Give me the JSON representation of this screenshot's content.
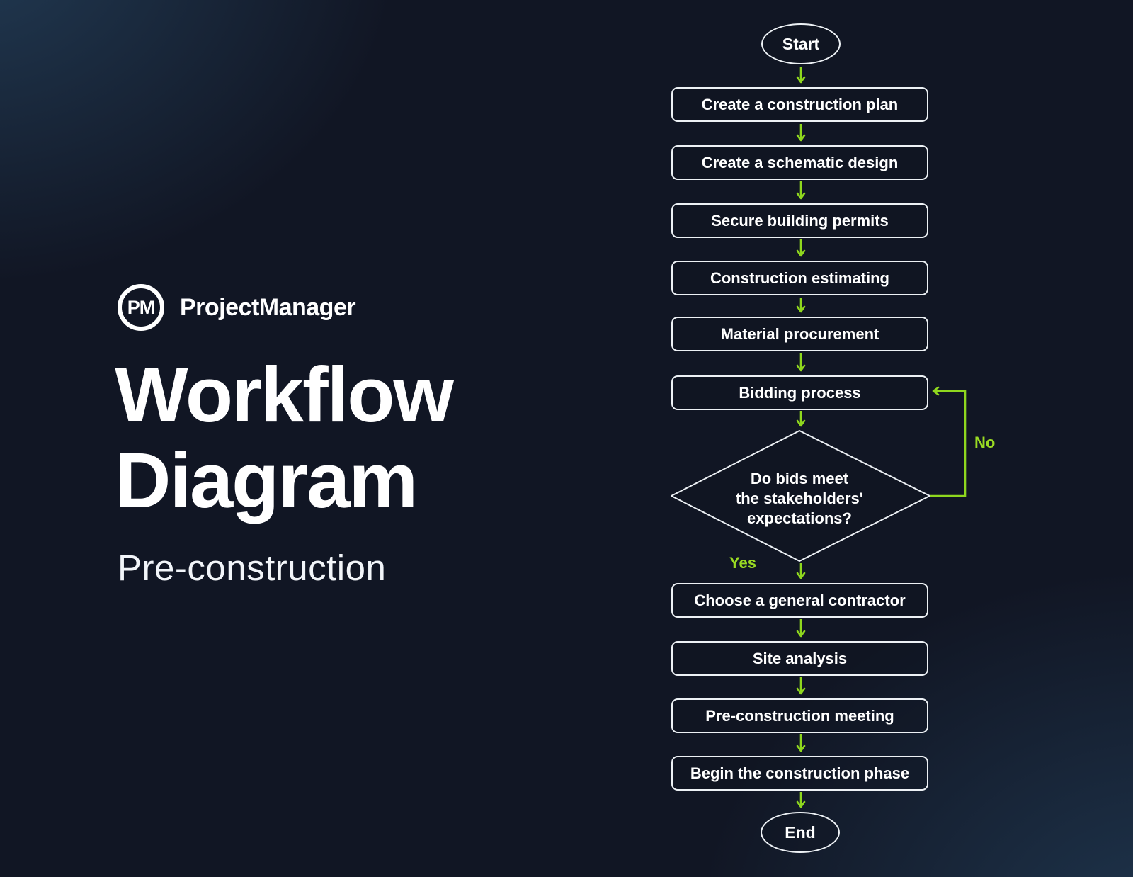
{
  "brand": {
    "monogram": "PM",
    "name": "ProjectManager"
  },
  "title": {
    "line1": "Workflow",
    "line2": "Diagram",
    "subtitle": "Pre-construction"
  },
  "flowchart": {
    "start": "Start",
    "end": "End",
    "steps": [
      "Create a construction plan",
      "Create a schematic design",
      "Secure building permits",
      "Construction estimating",
      "Material procurement",
      "Bidding process",
      "Choose a general contractor",
      "Site analysis",
      "Pre-construction meeting",
      "Begin the construction phase"
    ],
    "decision": {
      "line1": "Do bids meet",
      "line2": "the stakeholders'",
      "line3": "expectations?"
    },
    "labels": {
      "yes": "Yes",
      "no": "No"
    }
  },
  "colors": {
    "background": "#111624",
    "accent_green": "#8FD71E",
    "node_border": "#EDF1F5",
    "text": "#FFFFFF"
  }
}
